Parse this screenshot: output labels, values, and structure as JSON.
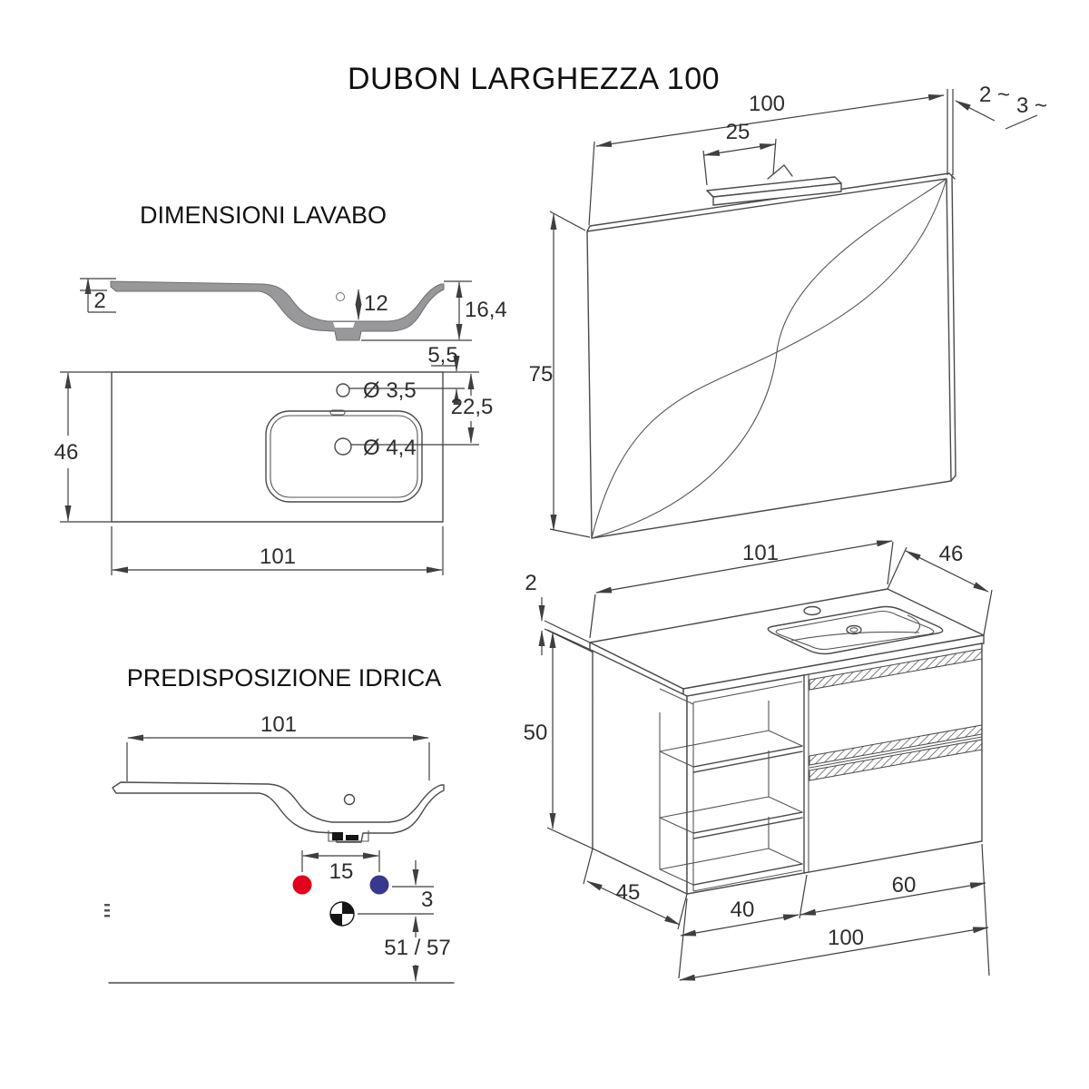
{
  "title": "DUBON LARGHEZZA 100",
  "sections": {
    "lavabo_heading": "DIMENSIONI LAVABO",
    "idrica_heading": "PREDISPOSIZIONE IDRICA"
  },
  "mirror": {
    "width": "100",
    "lamp_width": "25",
    "height": "75",
    "glass_thickness": "2 ~",
    "depth_with_lamp": "3 ~"
  },
  "basin_side": {
    "rim_thickness": "2",
    "bowl_depth": "12",
    "total_height": "16,4"
  },
  "basin_plan": {
    "depth": "46",
    "width": "101",
    "faucet_hole_diameter": "Ø 3,5",
    "drain_hole_diameter": "Ø 4,4",
    "faucet_hole_offset": "5,5",
    "drain_offset": "22,5"
  },
  "plumbing": {
    "width": "101",
    "supply_spacing": "15",
    "drain_offset": "3",
    "drain_height_range": "51 / 57",
    "hot_water_color": "#e2001a",
    "cold_water_color": "#38388f"
  },
  "cabinet": {
    "top_width": "101",
    "top_depth": "46",
    "top_thickness": "2",
    "carcass_height": "50",
    "carcass_depth": "45",
    "shelf_section_width": "40",
    "drawer_section_width": "60",
    "total_width": "100"
  }
}
